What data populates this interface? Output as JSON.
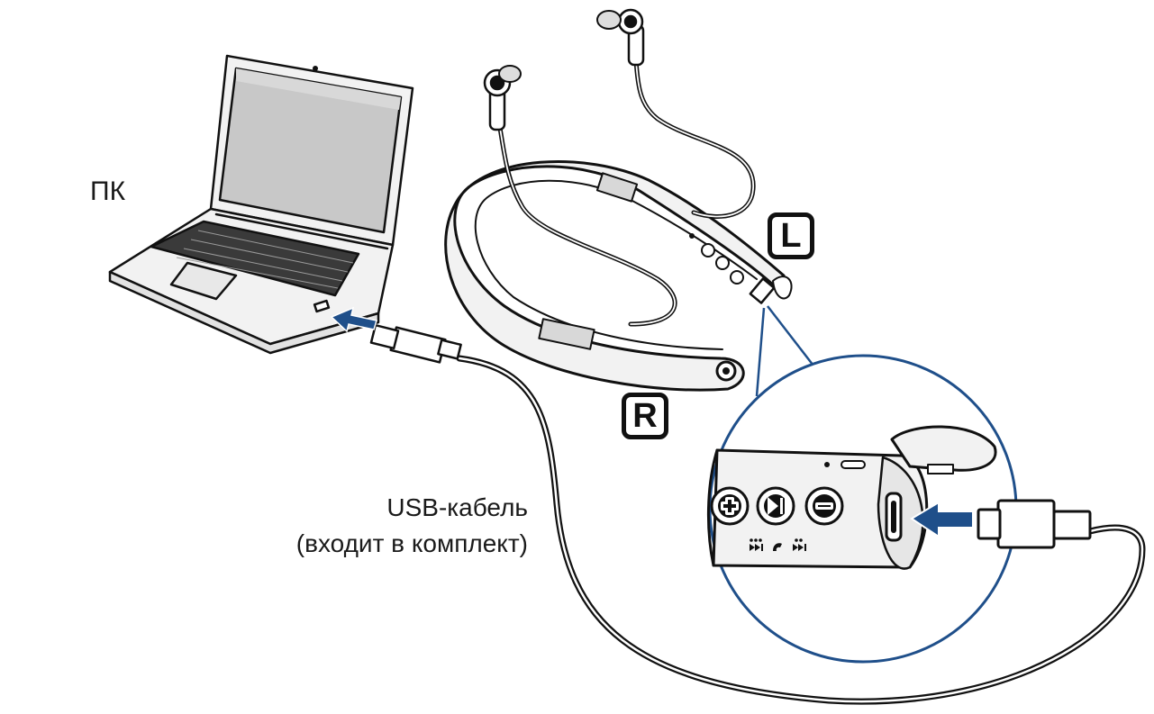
{
  "labels": {
    "pc": "ПК",
    "usb_cable_line1": "USB-кабель",
    "usb_cable_line2": "(входит в комплект)",
    "left_side": "L",
    "right_side": "R"
  },
  "colors": {
    "line": "#111111",
    "accent_blue": "#1f4f8a",
    "screen_fill": "#c8c8c8",
    "body_fill": "#f2f2f2",
    "white": "#ffffff"
  },
  "icons": {
    "arrow_to_pc": "arrow-left-icon",
    "arrow_to_port": "arrow-left-icon",
    "volume_up": "plus-icon",
    "play_pause": "play-pause-icon",
    "volume_down": "minus-icon"
  }
}
